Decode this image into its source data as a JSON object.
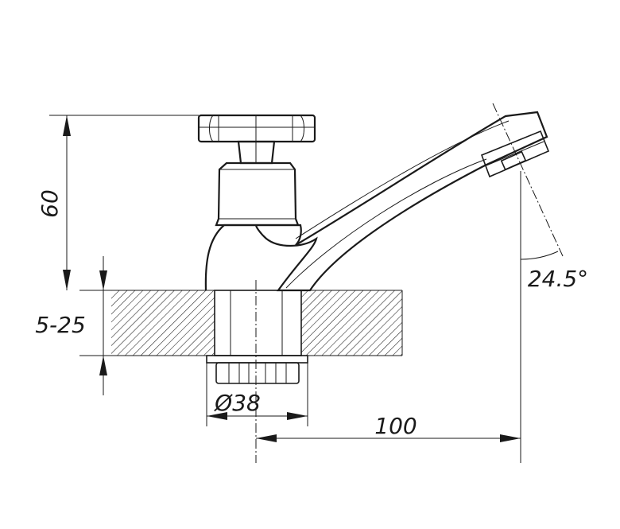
{
  "dimensions": {
    "height": "60",
    "thickness": "5-25",
    "diameter": "Ø38",
    "reach": "100",
    "angle": "24.5°"
  },
  "colors": {
    "line": "#1a1a1a",
    "background": "#ffffff"
  }
}
